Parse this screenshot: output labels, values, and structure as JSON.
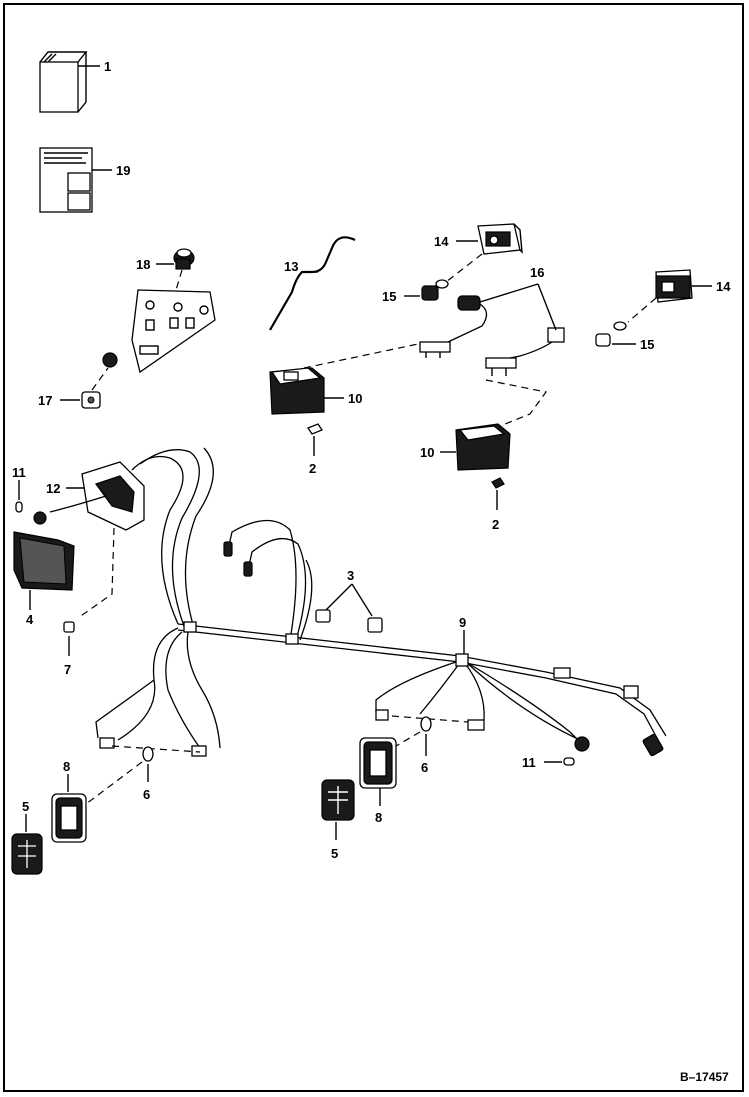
{
  "callouts": {
    "c1": "1",
    "c19": "19",
    "c18": "18",
    "c17": "17",
    "c13": "13",
    "c14a": "14",
    "c14b": "14",
    "c15a": "15",
    "c15b": "15",
    "c16": "16",
    "c10a": "10",
    "c10b": "10",
    "c2a": "2",
    "c2b": "2",
    "c11a": "11",
    "c11b": "11",
    "c12": "12",
    "c4": "4",
    "c7": "7",
    "c9": "9",
    "c3": "3",
    "c8a": "8",
    "c8b": "8",
    "c5a": "5",
    "c5b": "5",
    "c6a": "6",
    "c6b": "6"
  },
  "figure_number": "B–17457"
}
